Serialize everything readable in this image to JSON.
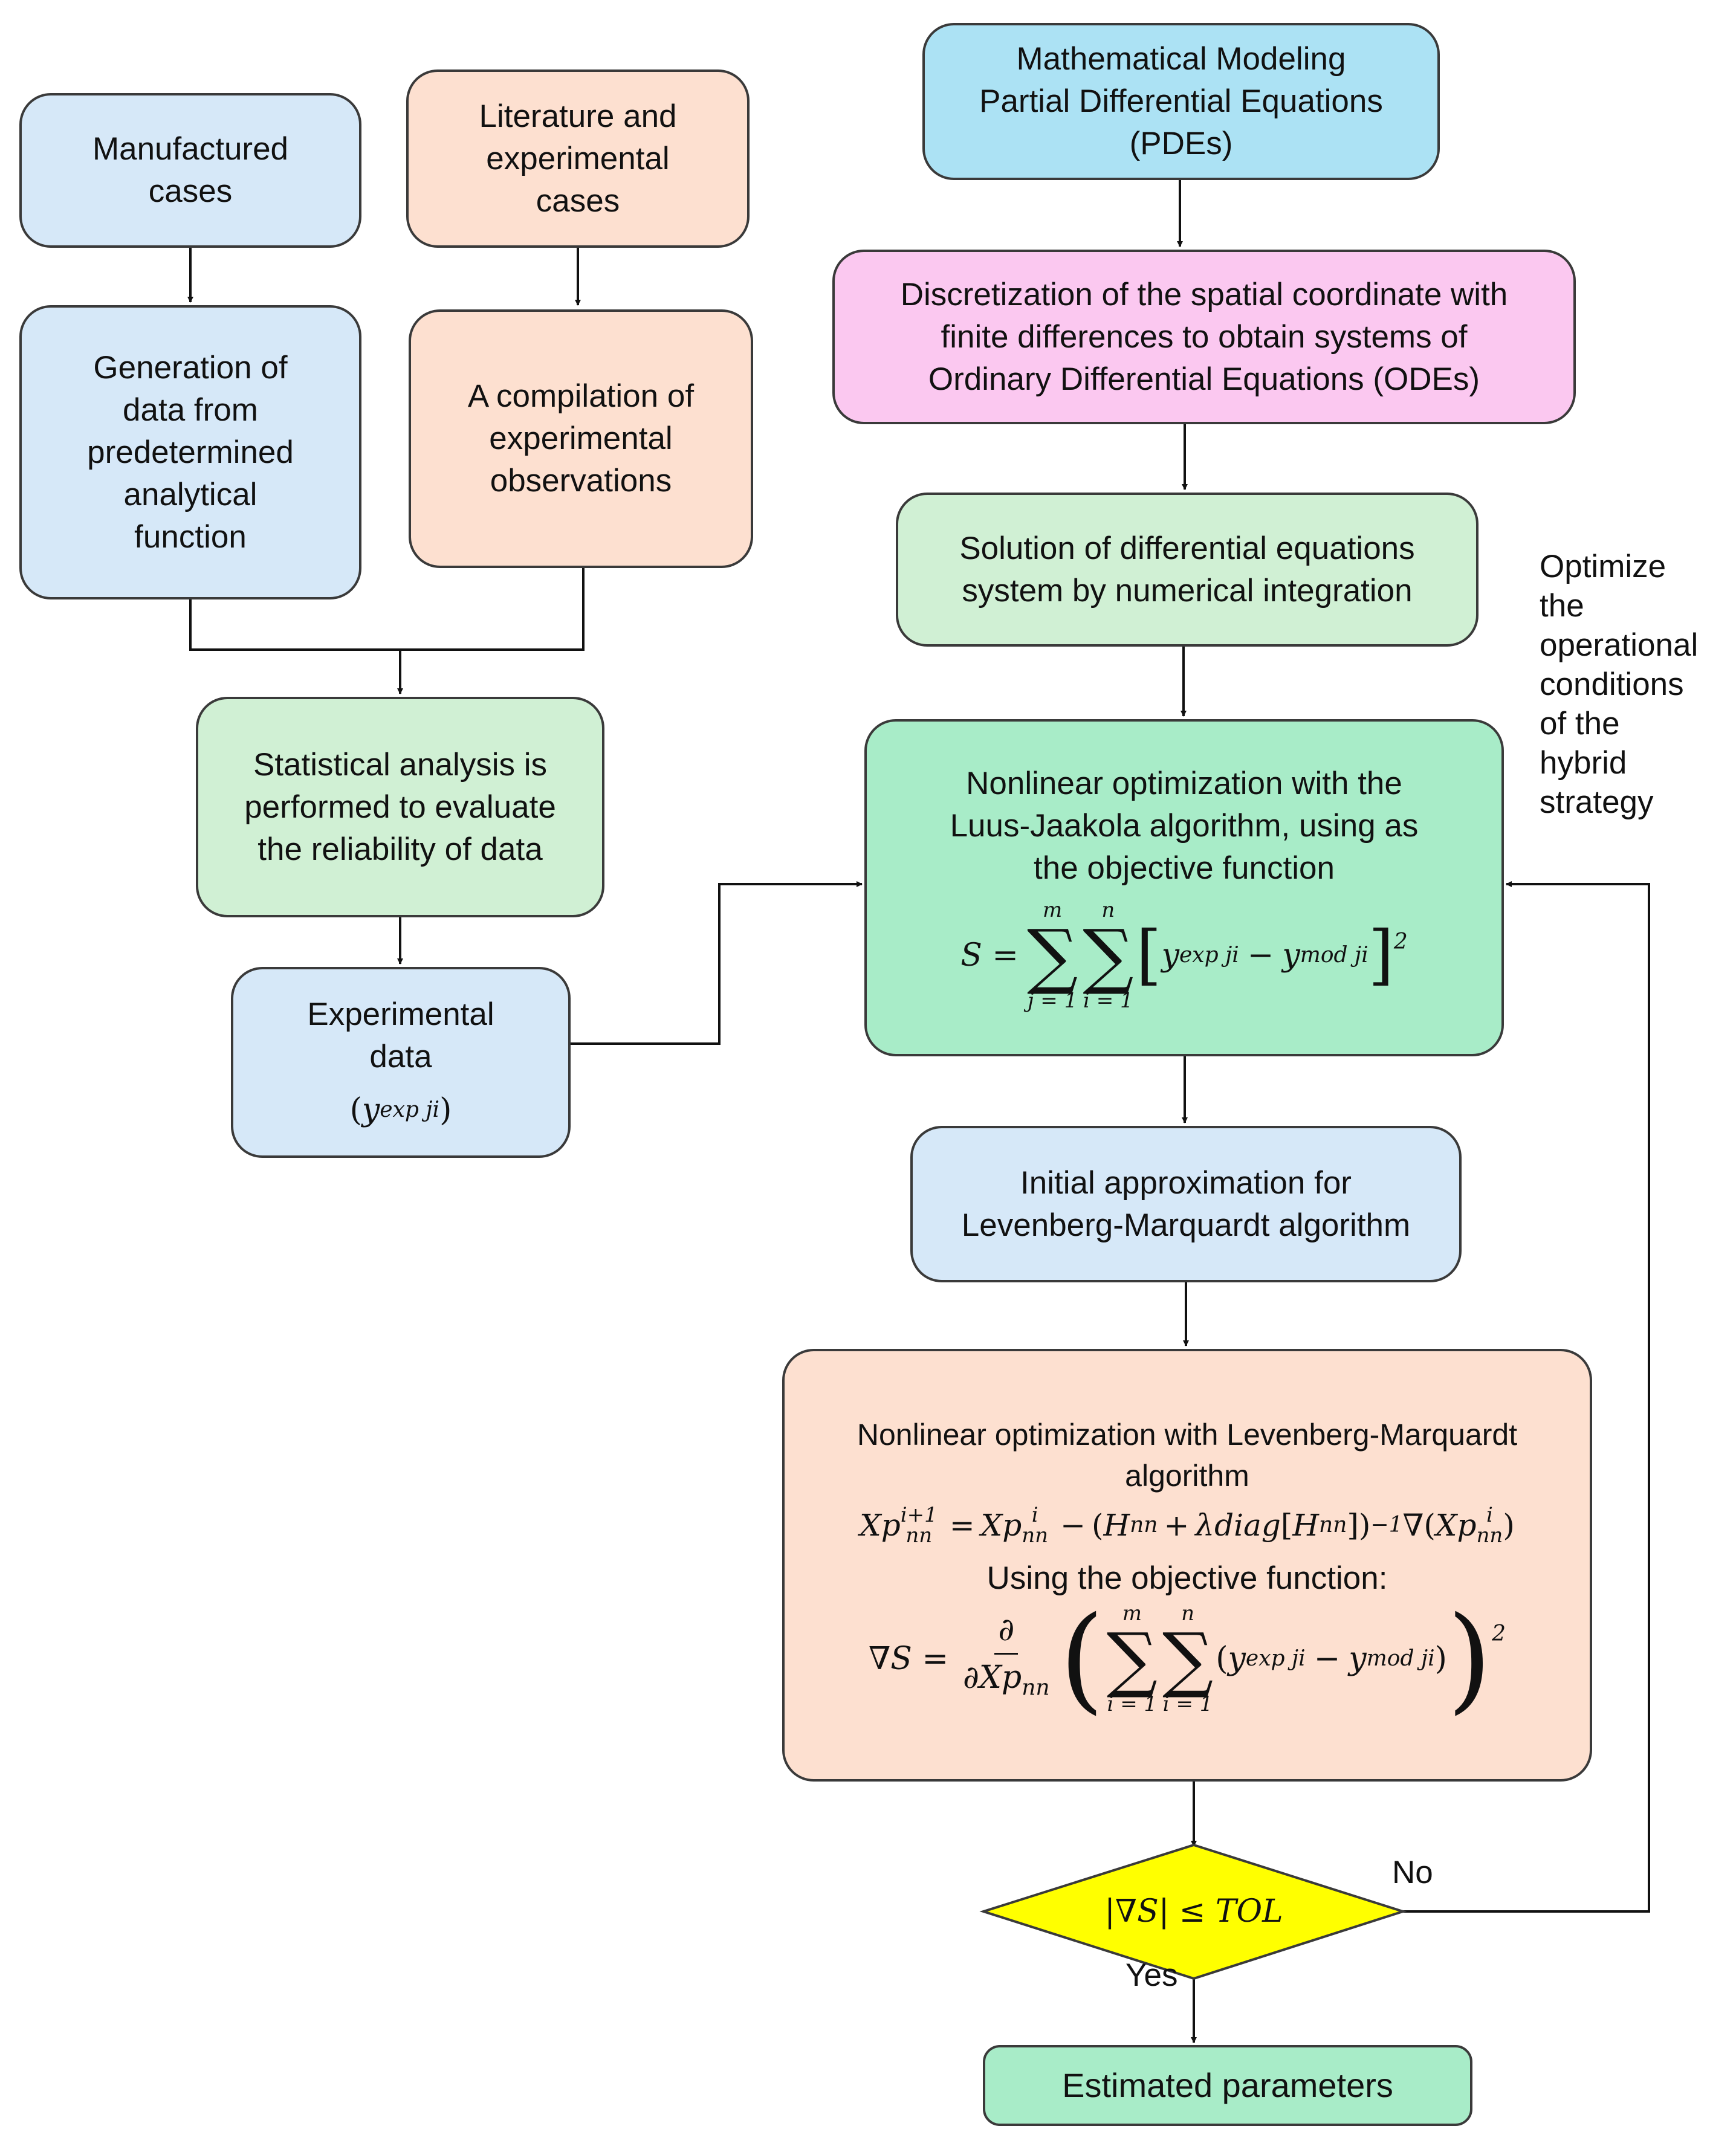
{
  "colors": {
    "blue": "#d6e8f8",
    "peach": "#fde0d0",
    "green_light": "#d0f0d4",
    "green": "#a8ecc8",
    "cyan": "#ace2f4",
    "pink": "#fbc8f0",
    "yellow": "#ffff00",
    "stroke": "#3a3a3a"
  },
  "nodes": {
    "manufactured": "Manufactured\ncases",
    "literature": "Literature and\nexperimental\ncases",
    "generation": "Generation of\ndata from\npredetermined\nanalytical\nfunction",
    "compilation": "A compilation of\nexperimental\nobservations",
    "statistical": "Statistical analysis is\nperformed to evaluate\nthe reliability of data",
    "experimental": "Experimental\ndata",
    "experimental_math_var": "y",
    "experimental_math_sub": "exp ji",
    "modeling": "Mathematical Modeling\nPartial Differential Equations\n(PDEs)",
    "discretization": "Discretization of the spatial coordinate with\nfinite differences to obtain systems of\nOrdinary Differential Equations (ODEs)",
    "solution": "Solution of differential equations\nsystem by numerical integration",
    "luus": "Nonlinear optimization with the\nLuus-Jaakola algorithm, using as\nthe objective function",
    "initial": "Initial approximation for\nLevenberg-Marquardt  algorithm",
    "lm": "Nonlinear optimization with Levenberg-Marquardt\nalgorithm",
    "lm_using": "Using the objective function:",
    "decision": "|∇S| ≤ TOL",
    "estimated": "Estimated parameters"
  },
  "equations": {
    "S_lhs": "S =",
    "sum_j_upper": "m",
    "sum_j_lower": "j = 1",
    "sum_i_upper": "n",
    "sum_i_lower": "i = 1",
    "y_exp_sub": "exp ji",
    "y_mod_sub": "mod ji",
    "lm_update": "Xp_nn^(i+1) = Xp_nn^i − (H_nn + λdiag[H_nn])^−1 ∇(Xp_nn^i)",
    "grad_lhs": "∇S =",
    "grad_num": "∂",
    "grad_den": "∂Xp",
    "grad_den_sub": "nn",
    "grad_sum1_lower": "i = 1",
    "grad_sum2_lower": "i = 1",
    "power": "2"
  },
  "side_note": "Optimize\nthe\noperational\nconditions\nof the\nhybrid\nstrategy",
  "edge_labels": {
    "no": "No",
    "yes": "Yes"
  }
}
